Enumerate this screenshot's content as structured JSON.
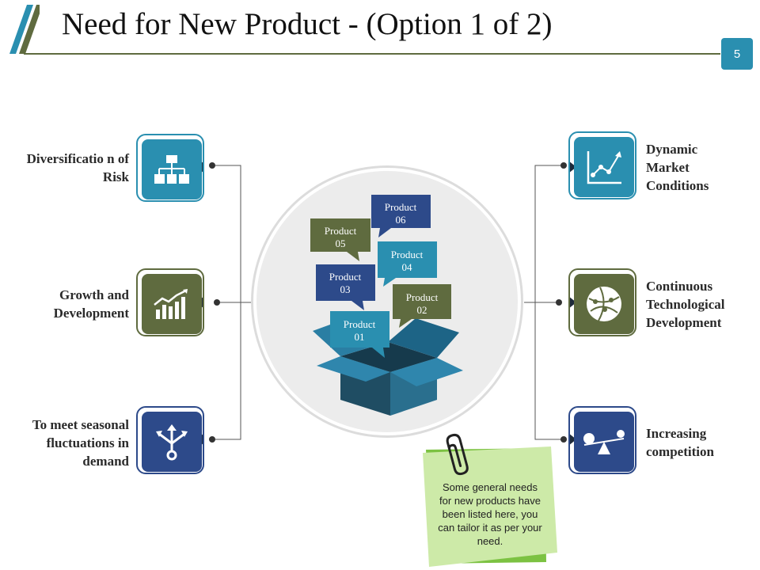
{
  "header": {
    "title": "Need for New Product - (Option 1 of 2)",
    "page_number": "5"
  },
  "left_items": [
    {
      "label": "Diversificatio n of Risk",
      "icon": "hierarchy-icon",
      "color": "#2a8fb0"
    },
    {
      "label": "Growth and Development",
      "icon": "growth-chart-icon",
      "color": "#5f6b3f"
    },
    {
      "label": "To meet seasonal fluctuations in demand",
      "icon": "split-arrows-icon",
      "color": "#2d4a8a"
    }
  ],
  "right_items": [
    {
      "label": "Dynamic Market Conditions",
      "icon": "line-chart-icon",
      "color": "#2a8fb0"
    },
    {
      "label": "Continuous Technological Development",
      "icon": "globe-network-icon",
      "color": "#5f6b3f"
    },
    {
      "label": "Increasing competition",
      "icon": "seesaw-icon",
      "color": "#2d4a8a"
    }
  ],
  "center": {
    "bubbles": [
      {
        "line1": "Product",
        "line2": "06",
        "color": "#2d4a8a"
      },
      {
        "line1": "Product",
        "line2": "05",
        "color": "#5f6b3f"
      },
      {
        "line1": "Product",
        "line2": "04",
        "color": "#2a8fb0"
      },
      {
        "line1": "Product",
        "line2": "03",
        "color": "#2d4a8a"
      },
      {
        "line1": "Product",
        "line2": "02",
        "color": "#5f6b3f"
      },
      {
        "line1": "Product",
        "line2": "01",
        "color": "#2a8fb0"
      }
    ]
  },
  "note": {
    "text": "Some general needs for new products have been listed here, you can tailor it as per your need."
  }
}
